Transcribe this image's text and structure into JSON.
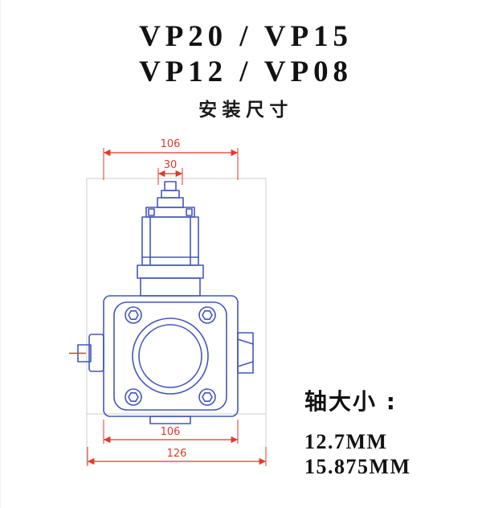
{
  "title": {
    "line1": "VP20 / VP15",
    "line2": "VP12 / VP08",
    "subtitle": "安装尺寸"
  },
  "dimensions": {
    "top_width": "106",
    "screw_width": "30",
    "body_width": "106",
    "base_width": "126"
  },
  "shaft": {
    "label": "轴大小 :",
    "size1": "12.7MM",
    "size2": "15.875MM"
  },
  "colors": {
    "drawing": "#4456bd",
    "dimension": "#e2382b",
    "guide": "#cccccc",
    "ink": "#121212"
  }
}
